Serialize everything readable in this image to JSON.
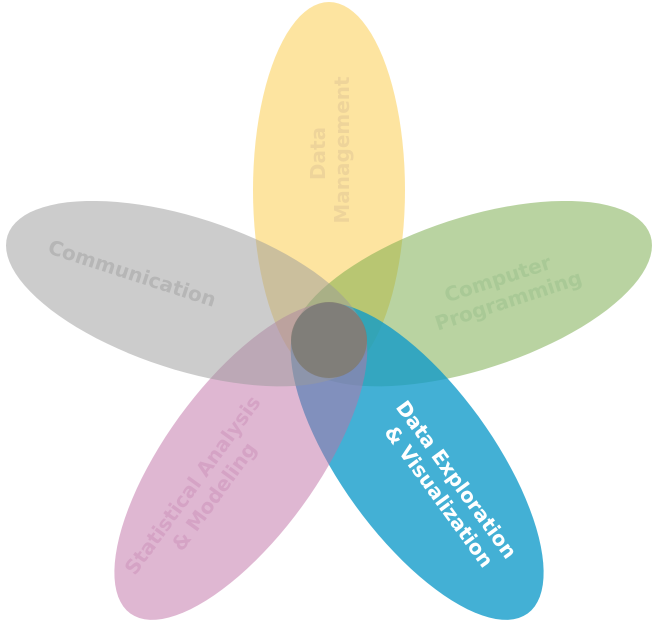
{
  "title": "Data science skills flower",
  "petals": [
    {
      "id": "data-management",
      "lines": [
        "Data",
        "Management"
      ],
      "color": "#fbc941",
      "opacity": 0.5,
      "text_color": "#eed49a"
    },
    {
      "id": "computer-programming",
      "lines": [
        "Computer",
        "Programming"
      ],
      "color": "#74a843",
      "opacity": 0.5,
      "text_color": "#a9c996"
    },
    {
      "id": "data-exploration",
      "lines": [
        "Data Exploration",
        "& Visualization"
      ],
      "color": "#0e9ac9",
      "opacity": 0.78,
      "text_color": "#ffffff"
    },
    {
      "id": "statistical-analysis",
      "lines": [
        "Statistical Analysis",
        "& Modeling"
      ],
      "color": "#bf6fa5",
      "opacity": 0.5,
      "text_color": "#d5a3c5"
    },
    {
      "id": "communication",
      "lines": [
        "Communication"
      ],
      "color": "#999999",
      "opacity": 0.5,
      "text_color": "#b6b6b6"
    }
  ],
  "center_color": "#7f7a72"
}
